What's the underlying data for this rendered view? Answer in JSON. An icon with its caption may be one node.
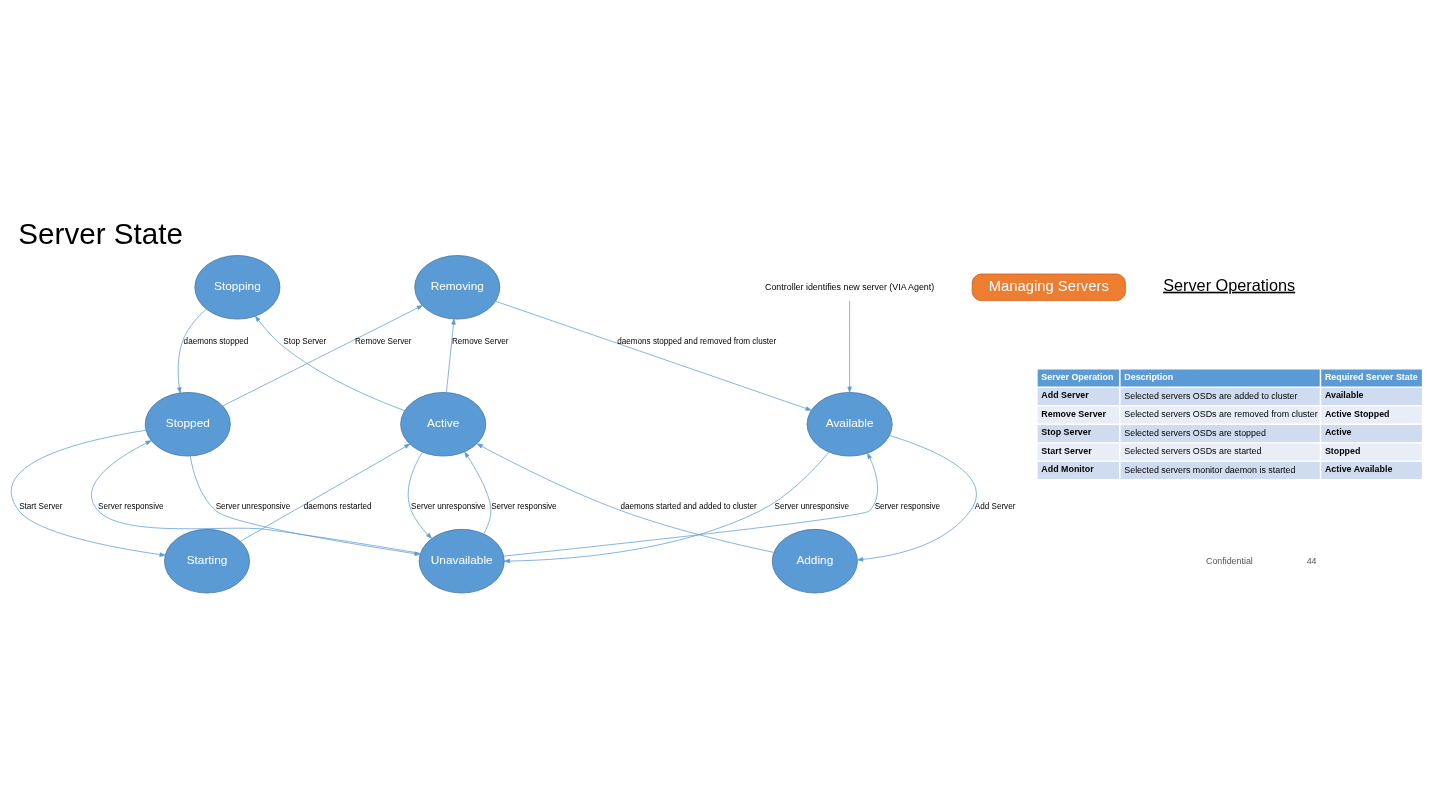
{
  "diagram": {
    "title": "Server State",
    "nodes": [
      {
        "text": [
          "Stopping"
        ]
      },
      {
        "text": [
          "Removing"
        ]
      },
      {
        "text": [
          "Stopped"
        ]
      },
      {
        "text": [
          "Active"
        ]
      },
      {
        "text": [
          "Available"
        ]
      },
      {
        "text": [
          "Starting"
        ]
      },
      {
        "text": [
          "Adding"
        ]
      },
      {
        "text": [
          "Unavailable"
        ]
      },
      {
        "text": [
          "Controller identifies new server (VIA Agent)"
        ]
      },
      {
        "text": [
          "Managing Servers"
        ]
      }
    ],
    "edges": [
      {
        "from": 2,
        "to": 1,
        "arrow": "to",
        "label": "Remove Server"
      },
      {
        "from": 3,
        "to": 0,
        "arrow": "to",
        "label": "Stop Server"
      },
      {
        "from": 3,
        "to": 1,
        "arrow": "to",
        "label": "Remove Server"
      },
      {
        "from": 0,
        "to": 2,
        "arrow": "to",
        "label": "daemons stopped"
      },
      {
        "from": 1,
        "to": 4,
        "arrow": "to",
        "label": "daemons stopped and removed from cluster"
      },
      {
        "from": 8,
        "to": 4,
        "arrow": "to"
      },
      {
        "from": 2,
        "to": 5,
        "arrow": "to",
        "label": "Start Server"
      },
      {
        "from": 5,
        "to": 3,
        "arrow": "to",
        "label": "daemons restarted"
      },
      {
        "from": 6,
        "to": 3,
        "arrow": "to",
        "label": "daemons started and added to cluster"
      },
      {
        "from": 4,
        "to": 6,
        "arrow": "to",
        "label": "Add Server"
      },
      {
        "from": 3,
        "to": 7,
        "arrow": "to",
        "label": "Server unresponsive"
      },
      {
        "from": 7,
        "to": 3,
        "arrow": "to",
        "label": "Server responsive"
      },
      {
        "from": 7,
        "to": 2,
        "arrow": "to",
        "label": "Server responsive"
      },
      {
        "from": 2,
        "to": 7,
        "arrow": "to",
        "label": "Server unresponsive"
      },
      {
        "from": 7,
        "to": 4,
        "arrow": "to",
        "label": "Server responsive"
      },
      {
        "from": 4,
        "to": 7,
        "arrow": "to",
        "label": "Server unresponsive"
      }
    ],
    "labels": [
      "Server Operations",
      "Server Operation",
      "Description",
      "Required Server State",
      "Add Server",
      "Selected servers OSDs are added to cluster",
      "Available",
      "Remove Server",
      "Selected servers OSDs are removed from cluster",
      "Active Stopped",
      "Stop Server",
      "Selected servers OSDs are stopped",
      "Active",
      "Start Server",
      "Selected servers OSDs are started",
      "Stopped",
      "Add Monitor",
      "Selected servers monitor daemon is started",
      "Active Available",
      "Confidential",
      "44"
    ]
  }
}
